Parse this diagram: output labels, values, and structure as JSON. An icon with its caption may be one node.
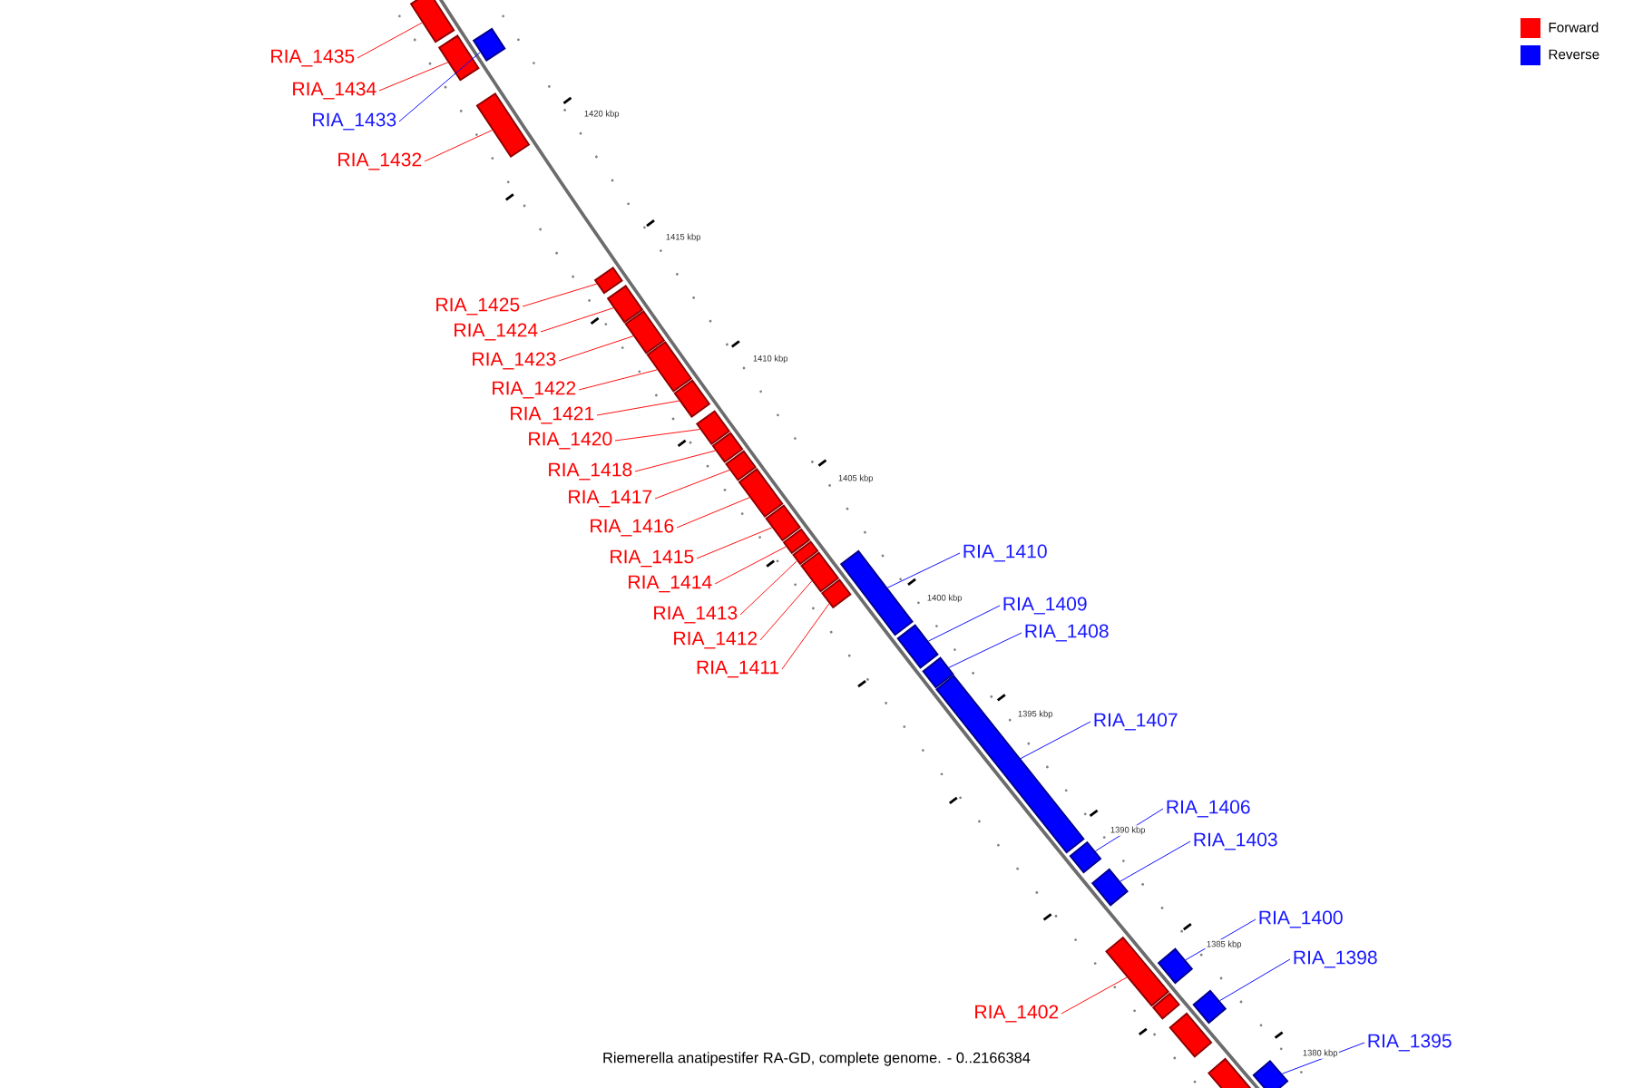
{
  "diagram": {
    "caption": "Riemerella anatipestifer RA-GD, complete genome. - 0..2166384",
    "nodes": [
      {
        "text": [
          "RIA_1435"
        ]
      },
      {
        "text": [],
        "shape": "bar"
      },
      {
        "text": [
          "RIA_1434"
        ]
      },
      {
        "text": [],
        "shape": "bar"
      },
      {
        "text": [
          "RIA_1433"
        ]
      },
      {
        "text": [],
        "shape": "bar"
      },
      {
        "text": [
          "RIA_1432"
        ]
      },
      {
        "text": [],
        "shape": "bar"
      },
      {
        "text": [
          "RIA_1425"
        ]
      },
      {
        "text": [],
        "shape": "bar"
      },
      {
        "text": [
          "RIA_1424"
        ]
      },
      {
        "text": [],
        "shape": "bar"
      },
      {
        "text": [
          "RIA_1423"
        ]
      },
      {
        "text": [],
        "shape": "bar"
      },
      {
        "text": [
          "RIA_1422"
        ]
      },
      {
        "text": [],
        "shape": "bar"
      },
      {
        "text": [
          "RIA_1421"
        ]
      },
      {
        "text": [],
        "shape": "bar"
      },
      {
        "text": [
          "RIA_1420"
        ]
      },
      {
        "text": [],
        "shape": "bar"
      },
      {
        "text": [
          "RIA_1418"
        ]
      },
      {
        "text": [],
        "shape": "bar"
      },
      {
        "text": [
          "RIA_1417"
        ]
      },
      {
        "text": [],
        "shape": "bar"
      },
      {
        "text": [
          "RIA_1416"
        ]
      },
      {
        "text": [],
        "shape": "bar"
      },
      {
        "text": [
          "RIA_1415"
        ]
      },
      {
        "text": [],
        "shape": "bar"
      },
      {
        "text": [
          "RIA_1414"
        ]
      },
      {
        "text": [],
        "shape": "bar"
      },
      {
        "text": [
          "RIA_1413"
        ]
      },
      {
        "text": [],
        "shape": "bar"
      },
      {
        "text": [
          "RIA_1412"
        ]
      },
      {
        "text": [],
        "shape": "bar"
      },
      {
        "text": [
          "RIA_1411"
        ]
      },
      {
        "text": [],
        "shape": "bar"
      },
      {
        "text": [
          "RIA_1410"
        ]
      },
      {
        "text": [],
        "shape": "bar"
      },
      {
        "text": [
          "RIA_1409"
        ]
      },
      {
        "text": [],
        "shape": "bar"
      },
      {
        "text": [
          "RIA_1408"
        ]
      },
      {
        "text": [],
        "shape": "bar"
      },
      {
        "text": [
          "RIA_1407"
        ]
      },
      {
        "text": [],
        "shape": "bar"
      },
      {
        "text": [
          "RIA_1406"
        ]
      },
      {
        "text": [],
        "shape": "bar"
      },
      {
        "text": [
          "RIA_1403"
        ]
      },
      {
        "text": [],
        "shape": "bar"
      },
      {
        "text": [
          "RIA_1402"
        ]
      },
      {
        "text": [],
        "shape": "bar"
      },
      {
        "text": [
          "RIA_1400"
        ]
      },
      {
        "text": [],
        "shape": "bar"
      },
      {
        "text": [
          "RIA_1398"
        ]
      },
      {
        "text": [],
        "shape": "bar"
      },
      {
        "text": [
          "RIA_1395"
        ]
      },
      {
        "text": [],
        "shape": "bar"
      },
      {
        "text": [],
        "shape": "bar"
      },
      {
        "text": [],
        "shape": "bar"
      },
      {
        "text": [],
        "shape": "bar"
      }
    ],
    "edges": [
      {
        "from": 0,
        "to": 1,
        "arrow": "none"
      },
      {
        "from": 2,
        "to": 3,
        "arrow": "none"
      },
      {
        "from": 4,
        "to": 5,
        "arrow": "none",
        "color": "#0000ff"
      },
      {
        "from": 6,
        "to": 7,
        "arrow": "none"
      },
      {
        "from": 8,
        "to": 9,
        "arrow": "none"
      },
      {
        "from": 10,
        "to": 11,
        "arrow": "none"
      },
      {
        "from": 12,
        "to": 13,
        "arrow": "none"
      },
      {
        "from": 14,
        "to": 15,
        "arrow": "none"
      },
      {
        "from": 16,
        "to": 17,
        "arrow": "none"
      },
      {
        "from": 18,
        "to": 19,
        "arrow": "none"
      },
      {
        "from": 20,
        "to": 21,
        "arrow": "none"
      },
      {
        "from": 22,
        "to": 23,
        "arrow": "none"
      },
      {
        "from": 24,
        "to": 25,
        "arrow": "none"
      },
      {
        "from": 26,
        "to": 27,
        "arrow": "none"
      },
      {
        "from": 28,
        "to": 29,
        "arrow": "none"
      },
      {
        "from": 30,
        "to": 31,
        "arrow": "none"
      },
      {
        "from": 32,
        "to": 33,
        "arrow": "none"
      },
      {
        "from": 34,
        "to": 35,
        "arrow": "none"
      },
      {
        "from": 36,
        "to": 37,
        "arrow": "none",
        "color": "#0000ff"
      },
      {
        "from": 38,
        "to": 39,
        "arrow": "none",
        "color": "#0000ff"
      },
      {
        "from": 40,
        "to": 41,
        "arrow": "none",
        "color": "#0000ff"
      },
      {
        "from": 42,
        "to": 43,
        "arrow": "none",
        "color": "#0000ff"
      },
      {
        "from": 44,
        "to": 45,
        "arrow": "none",
        "color": "#0000ff"
      },
      {
        "from": 46,
        "to": 47,
        "arrow": "none",
        "color": "#0000ff"
      },
      {
        "from": 48,
        "to": 49,
        "arrow": "none"
      },
      {
        "from": 50,
        "to": 51,
        "arrow": "none",
        "color": "#0000ff"
      },
      {
        "from": 52,
        "to": 53,
        "arrow": "none",
        "color": "#0000ff"
      },
      {
        "from": 54,
        "to": 55,
        "arrow": "none",
        "color": "#0000ff"
      }
    ],
    "labels": [
      "1420 kbp",
      "1415 kbp",
      "1410 kbp",
      "1405 kbp",
      "1400 kbp",
      "1395 kbp",
      "1390 kbp",
      "1385 kbp",
      "1380 kbp"
    ],
    "legend": [
      {
        "text": "Forward",
        "color": "#ff0000"
      },
      {
        "text": "Reverse",
        "color": "#0000ff"
      }
    ]
  }
}
